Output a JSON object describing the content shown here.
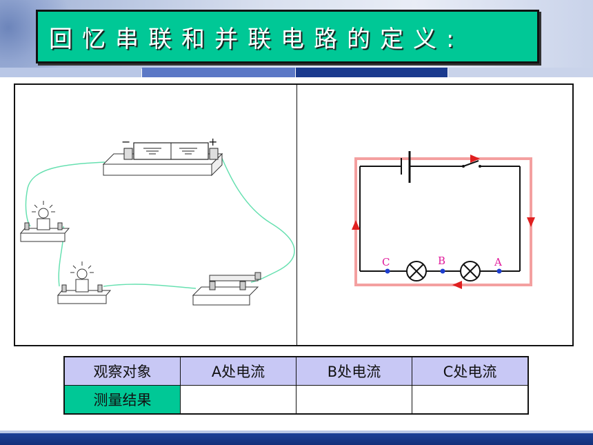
{
  "title": "回忆串联和并联电路的定义:",
  "circuit_diagram": {
    "battery_signs": {
      "minus": "−",
      "plus": "+"
    },
    "points": [
      {
        "label": "C"
      },
      {
        "label": "B"
      },
      {
        "label": "A"
      }
    ],
    "colors": {
      "current_arrow": "#f08080",
      "arrow_head": "#e02020",
      "wire": "#111111",
      "point": "#1f3fd0",
      "point_label": "#e0189a",
      "physical_wire": "#66e0b0"
    }
  },
  "table": {
    "header": [
      "观察对象",
      "A处电流",
      "B处电流",
      "C处电流"
    ],
    "row": [
      "测量结果",
      "",
      "",
      ""
    ]
  },
  "colors": {
    "title_bg": "#00c896",
    "table_header_bg": "#c8c8f5",
    "table_label_bg": "#00c896"
  }
}
